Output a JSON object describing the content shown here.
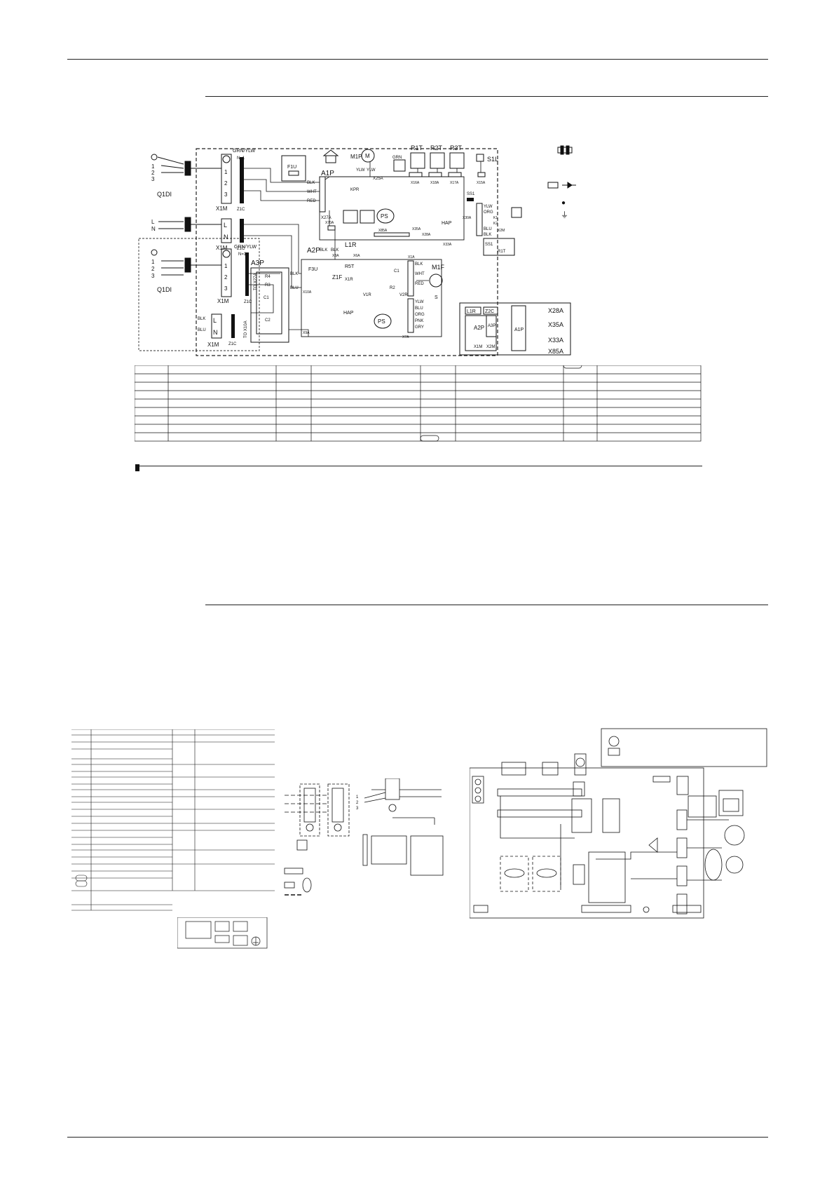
{
  "diagram1": {
    "terminal_blocks": {
      "x1m": "X1M",
      "z1c": "Z1C",
      "earth_label": "GRN/YLW",
      "neutral_bus": "N=1",
      "to_x27a": "TO X27A",
      "to_x10a": "TO X10A",
      "q1di": "Q1DI",
      "pins_123": [
        "1",
        "2",
        "3"
      ],
      "pins_ln": [
        "L",
        "N"
      ],
      "blk": "BLK",
      "blu": "BLU"
    },
    "fuses": {
      "f1u": "F1U",
      "f3u": "F3U"
    },
    "a1p": {
      "name": "A1P",
      "m1p": "M1P",
      "m1p_symbol": "M",
      "grn": "GRN",
      "sensors": [
        "R1T",
        "R2T",
        "R3T"
      ],
      "s1l": "S1L",
      "ss1": "SS1",
      "connectors": [
        "X16A",
        "X18A",
        "X17A",
        "X15A",
        "X25A",
        "X27A",
        "X35A",
        "X85A",
        "X28A",
        "X30A",
        "X70A",
        "X33A"
      ],
      "wire_colors": [
        "BLK",
        "WHT",
        "RED",
        "YLW",
        "YLW"
      ],
      "kpr": "KPR",
      "ps": "PS",
      "hap": "HAP",
      "pins_x30a": [
        "YLW",
        "ORG",
        "BLU",
        "BLK"
      ],
      "k": [
        "K1",
        "K2"
      ],
      "x2m": "X2M"
    },
    "a2p": {
      "name": "A2P",
      "l1r": "L1R",
      "r5t": "R5T",
      "z1f": "Z1F",
      "x1r": "X1R",
      "v1r": "V1R",
      "v2r": "V2R",
      "r2": "R2",
      "c1": "C1",
      "m1f": "M1F",
      "s": "S",
      "ps": "PS",
      "hap": "HAP",
      "connectors": [
        "X3A",
        "X6A",
        "X10A",
        "X9A",
        "X1A",
        "X7A"
      ],
      "wire_colors": [
        "BLK",
        "BLK",
        "BLK",
        "BLU"
      ],
      "x1a_pins": [
        "BLK",
        "WHT",
        "RED"
      ],
      "x7a_pins": [
        "YLW",
        "BLU",
        "ORG",
        "PNK",
        "GRY"
      ]
    },
    "a3p": {
      "name": "A3P",
      "parts": [
        "R4",
        "R3",
        "C1",
        "C2"
      ]
    },
    "legend": {
      "dot": "●",
      "earth": "⏚"
    },
    "layout_box": {
      "labels": [
        "L1R",
        "Z2C",
        "A2P",
        "A3P",
        "A1P",
        "X1M",
        "X2M"
      ],
      "ports": [
        "X28A",
        "X35A",
        "X33A",
        "X85A"
      ]
    }
  },
  "diagram2": {
    "pins": [
      "1",
      "2",
      "3"
    ]
  }
}
